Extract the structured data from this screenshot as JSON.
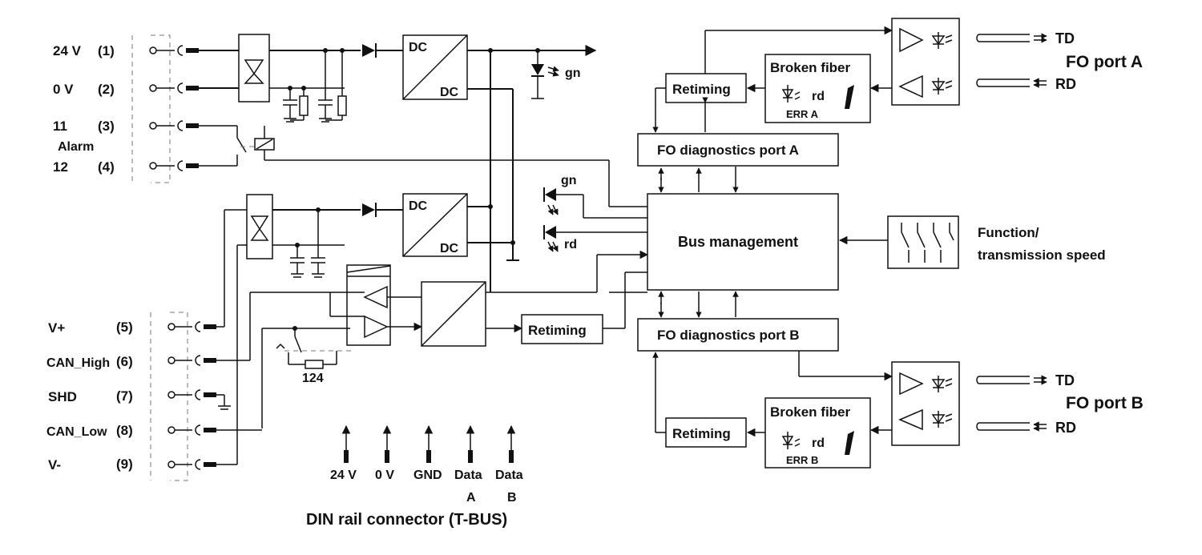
{
  "terminals_top": [
    {
      "name": "24 V",
      "num": "(1)"
    },
    {
      "name": "0 V",
      "num": "(2)"
    },
    {
      "name": "11",
      "num": "(3)"
    },
    {
      "name": "12",
      "num": "(4)"
    }
  ],
  "alarm_label": "Alarm",
  "terminals_bottom": [
    {
      "name": "V+",
      "num": "(5)"
    },
    {
      "name": "CAN_High",
      "num": "(6)"
    },
    {
      "name": "SHD",
      "num": "(7)"
    },
    {
      "name": "CAN_Low",
      "num": "(8)"
    },
    {
      "name": "V-",
      "num": "(9)"
    }
  ],
  "dc_label": "DC",
  "led_gn": "gn",
  "led_rd": "rd",
  "resistor_value": "124",
  "retiming": "Retiming",
  "fo_diag_a": "FO diagnostics port A",
  "fo_diag_b": "FO diagnostics port B",
  "bus_management": "Bus management",
  "broken_fiber": "Broken fiber",
  "err_a": "ERR A",
  "err_b": "ERR B",
  "td": "TD",
  "rd": "RD",
  "fo_port_a": "FO port A",
  "fo_port_b": "FO port B",
  "function_line1": "Function/",
  "function_line2": "transmission speed",
  "din_pins": [
    {
      "line1": "24 V",
      "line2": ""
    },
    {
      "line1": "0 V",
      "line2": ""
    },
    {
      "line1": "GND",
      "line2": ""
    },
    {
      "line1": "Data",
      "line2": "A"
    },
    {
      "line1": "Data",
      "line2": "B"
    }
  ],
  "din_title": "DIN rail connector (T-BUS)"
}
